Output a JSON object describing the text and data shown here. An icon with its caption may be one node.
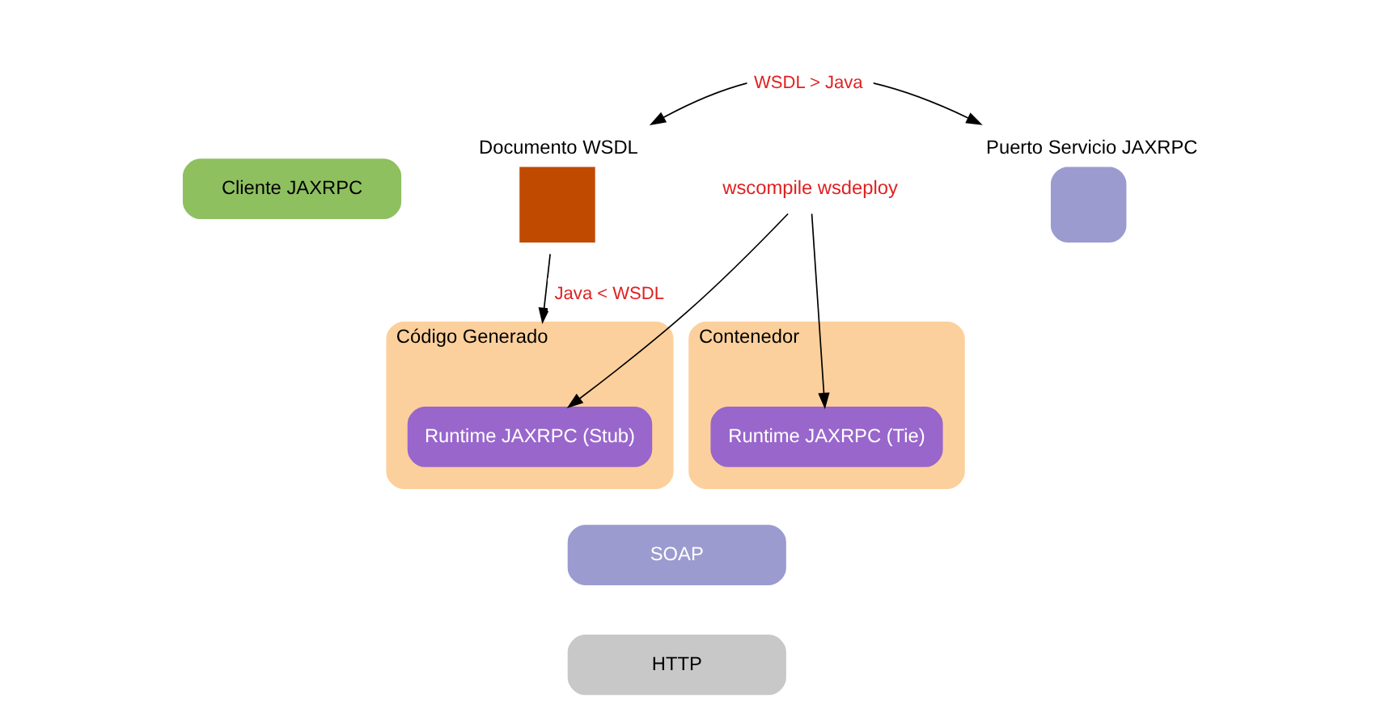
{
  "diagram": {
    "nodes": [
      {
        "text": [
          "Cliente JAXRPC"
        ]
      },
      {
        "text": [
          "Código Generado"
        ]
      },
      {
        "text": [
          "Runtime JAXRPC (Stub)"
        ],
        "in": 1
      },
      {
        "text": [
          "Documento WSDL"
        ]
      },
      {
        "text": [
          "Puerto Servicio JAXRPC"
        ]
      },
      {
        "text": [
          "wscompile wsdeploy"
        ]
      },
      {
        "text": [
          "Contenedor"
        ]
      },
      {
        "text": [
          "Runtime JAXRPC (Tie)"
        ],
        "in": 6
      },
      {
        "text": [
          "SOAP"
        ]
      },
      {
        "text": [
          "HTTP"
        ]
      }
    ],
    "edges": [
      {
        "from": 3,
        "to": 1,
        "arrow": "to",
        "label": "Java < WSDL"
      },
      {
        "from": 3,
        "to": 4,
        "arrow": "both",
        "label": "WSDL > Java"
      },
      {
        "from": 5,
        "to": 2,
        "arrow": "to"
      },
      {
        "from": 5,
        "to": 7,
        "arrow": "to"
      }
    ]
  }
}
